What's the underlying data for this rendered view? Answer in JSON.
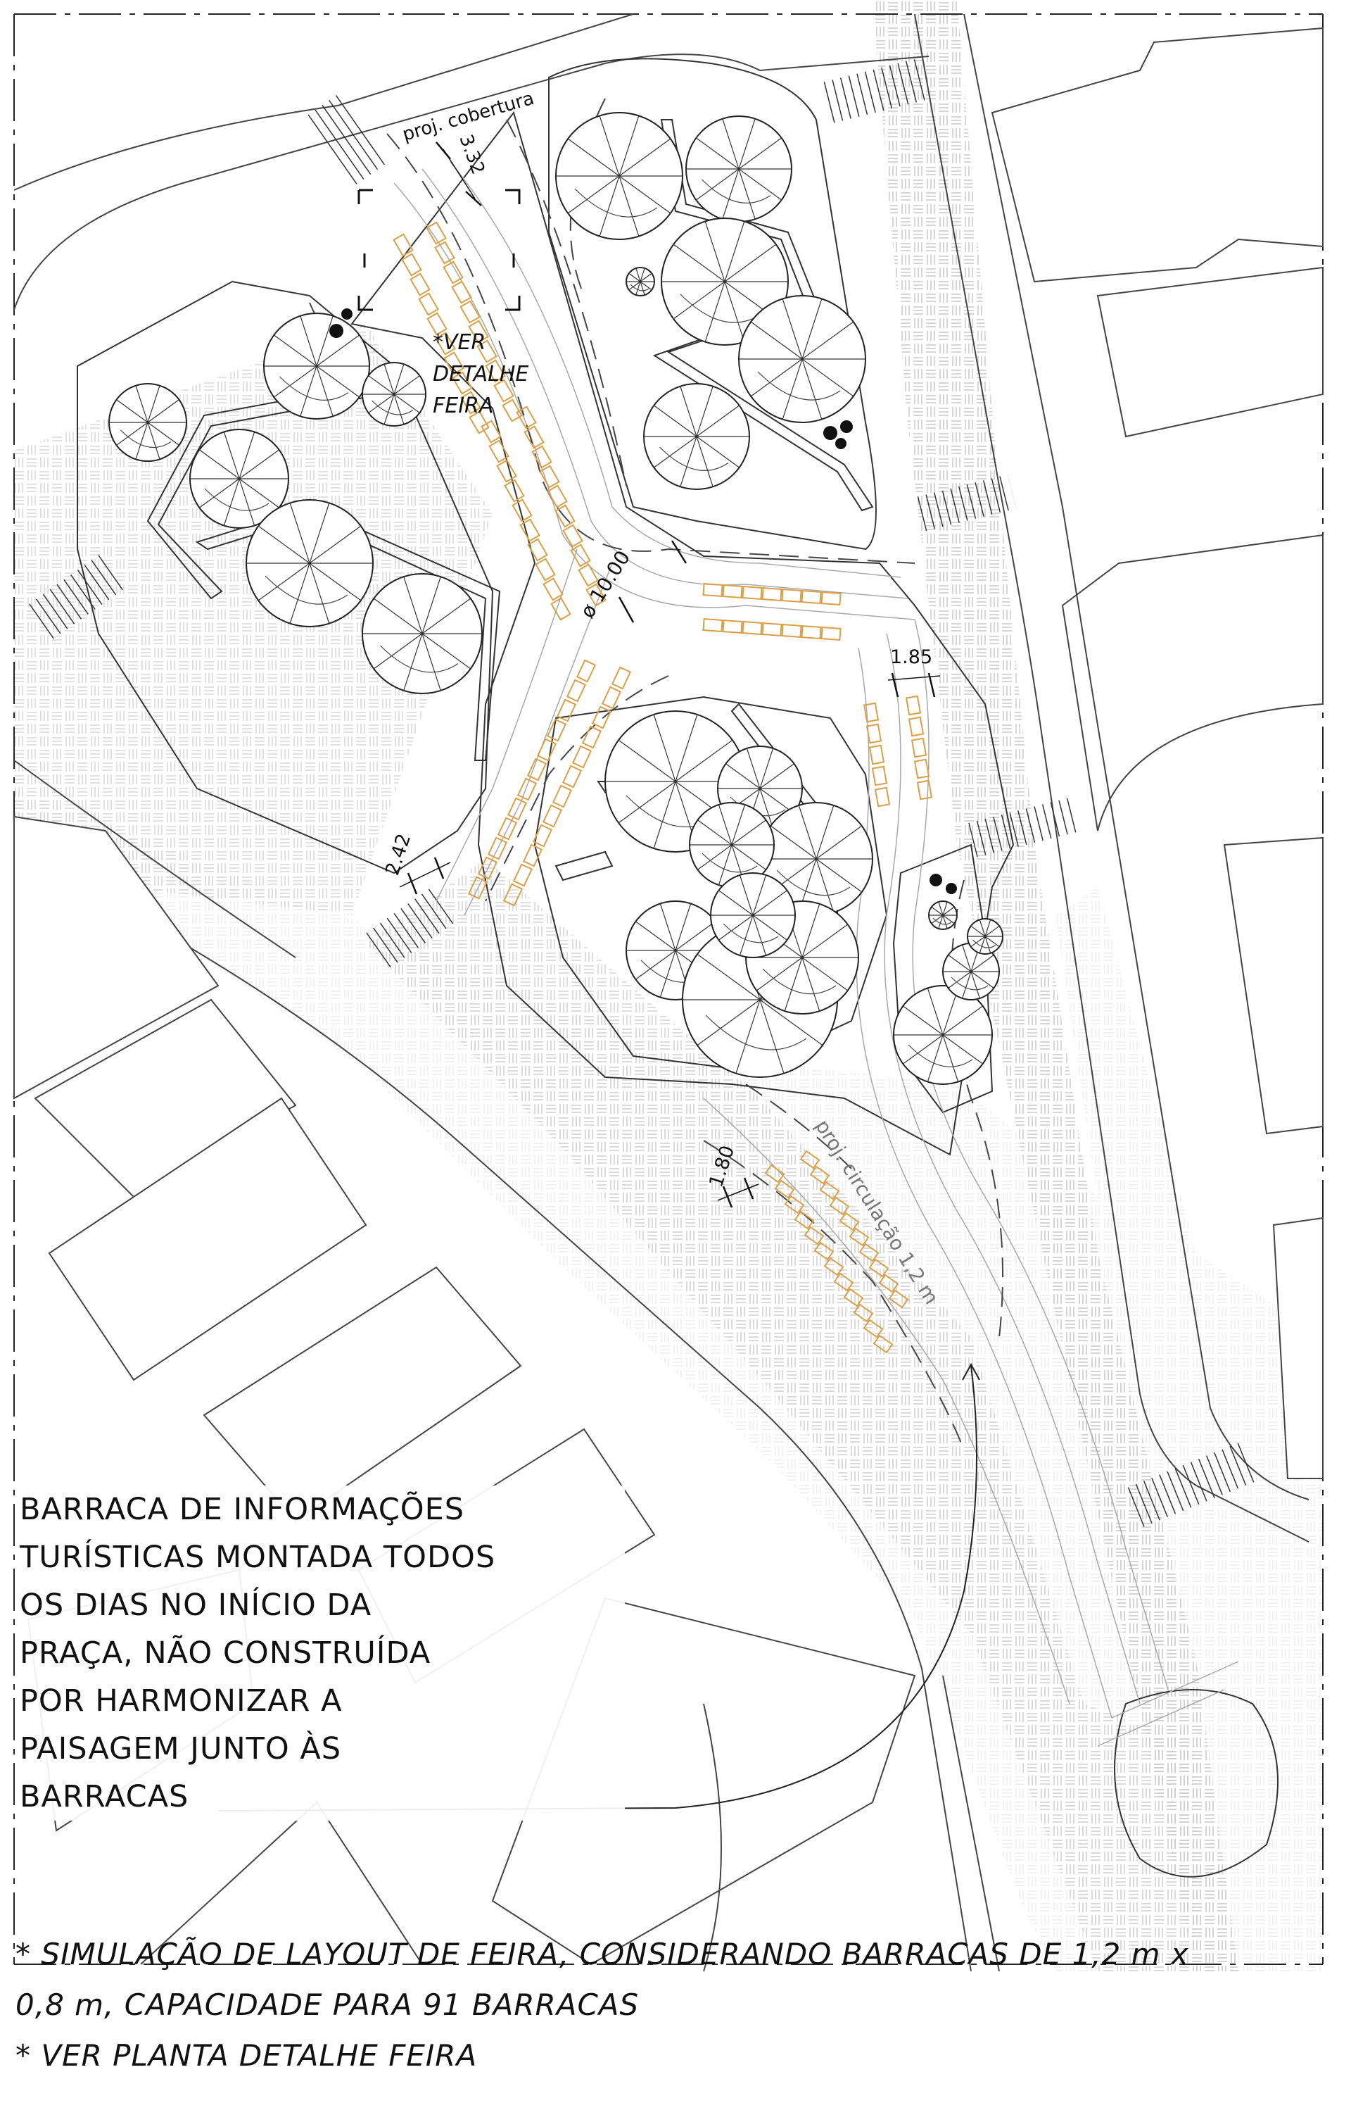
{
  "labels": {
    "proj_cobertura": "proj. cobertura",
    "proj_circulacao": "proj. circulação 1,2 m",
    "ver_detalhe_1": "*VER",
    "ver_detalhe_2": "DETALHE",
    "ver_detalhe_3": "FEIRA",
    "diameter": "ø 10.00"
  },
  "dimensions": {
    "d1": "3.32",
    "d2": "1.85",
    "d3": "2.42",
    "d4": "1.80"
  },
  "callout": {
    "lines": [
      "BARRACA DE INFORMAÇÕES",
      "TURÍSTICAS MONTADA TODOS",
      "OS DIAS NO INÍCIO DA",
      "PRAÇA, NÃO CONSTRUÍDA",
      "POR HARMONIZAR A",
      "PAISAGEM JUNTO ÀS",
      "BARRACAS"
    ]
  },
  "notes": {
    "line1": "* SIMULAÇÃO DE LAYOUT DE FEIRA, CONSIDERANDO BARRACAS DE  1,2 m x",
    "line2": "0,8 m, CAPACIDADE PARA 91 BARRACAS",
    "line3": "* VER PLANTA DETALHE FEIRA"
  },
  "colors": {
    "stall": "#d9a04a",
    "line": "#222222",
    "light_line": "#9a9a9a",
    "paving": "#c8c8c8"
  }
}
